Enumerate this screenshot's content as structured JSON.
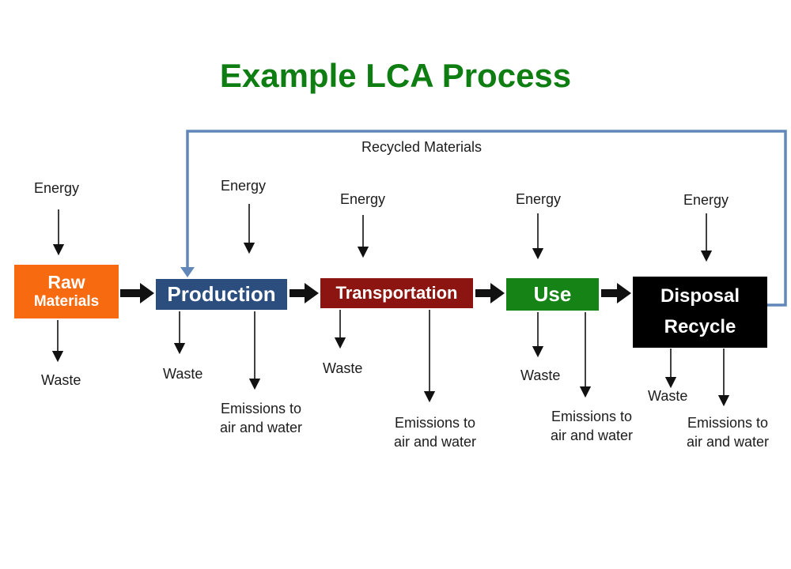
{
  "title": {
    "text": "Example LCA Process",
    "color": "#0E7D12"
  },
  "recycle_loop": {
    "label": "Recycled Materials",
    "line_color": "#6187B8",
    "from": "Disposal / Recycle",
    "to": "Production"
  },
  "stages": [
    {
      "line1": "Raw",
      "line2": "Materials",
      "color": "#F86A10"
    },
    {
      "line1": "Production",
      "color": "#2B4E7E"
    },
    {
      "line1": "Transportation",
      "color": "#8C1511"
    },
    {
      "line1": "Use",
      "color": "#168316"
    },
    {
      "line1": "Disposal",
      "line2": "Recycle",
      "color": "#000000"
    }
  ],
  "flow_connections": [
    "Raw Materials → Production",
    "Production → Transportation",
    "Transportation → Use",
    "Use → Disposal / Recycle",
    "Disposal / Recycle → Production (Recycled Materials)"
  ],
  "inputs_per_stage": {
    "every_stage": "Energy"
  },
  "outputs_per_stage": {
    "raw_materials": [
      "Waste"
    ],
    "production": [
      "Waste",
      "Emissions to air and water"
    ],
    "transportation": [
      "Waste",
      "Emissions to air and water"
    ],
    "use": [
      "Waste",
      "Emissions to air and water"
    ],
    "disposal_recycle": [
      "Waste",
      "Emissions to air and water"
    ]
  },
  "labels": {
    "energy": "Energy",
    "waste": "Waste",
    "emissions_line1": "Emissions to",
    "emissions_line2": "air and water"
  }
}
